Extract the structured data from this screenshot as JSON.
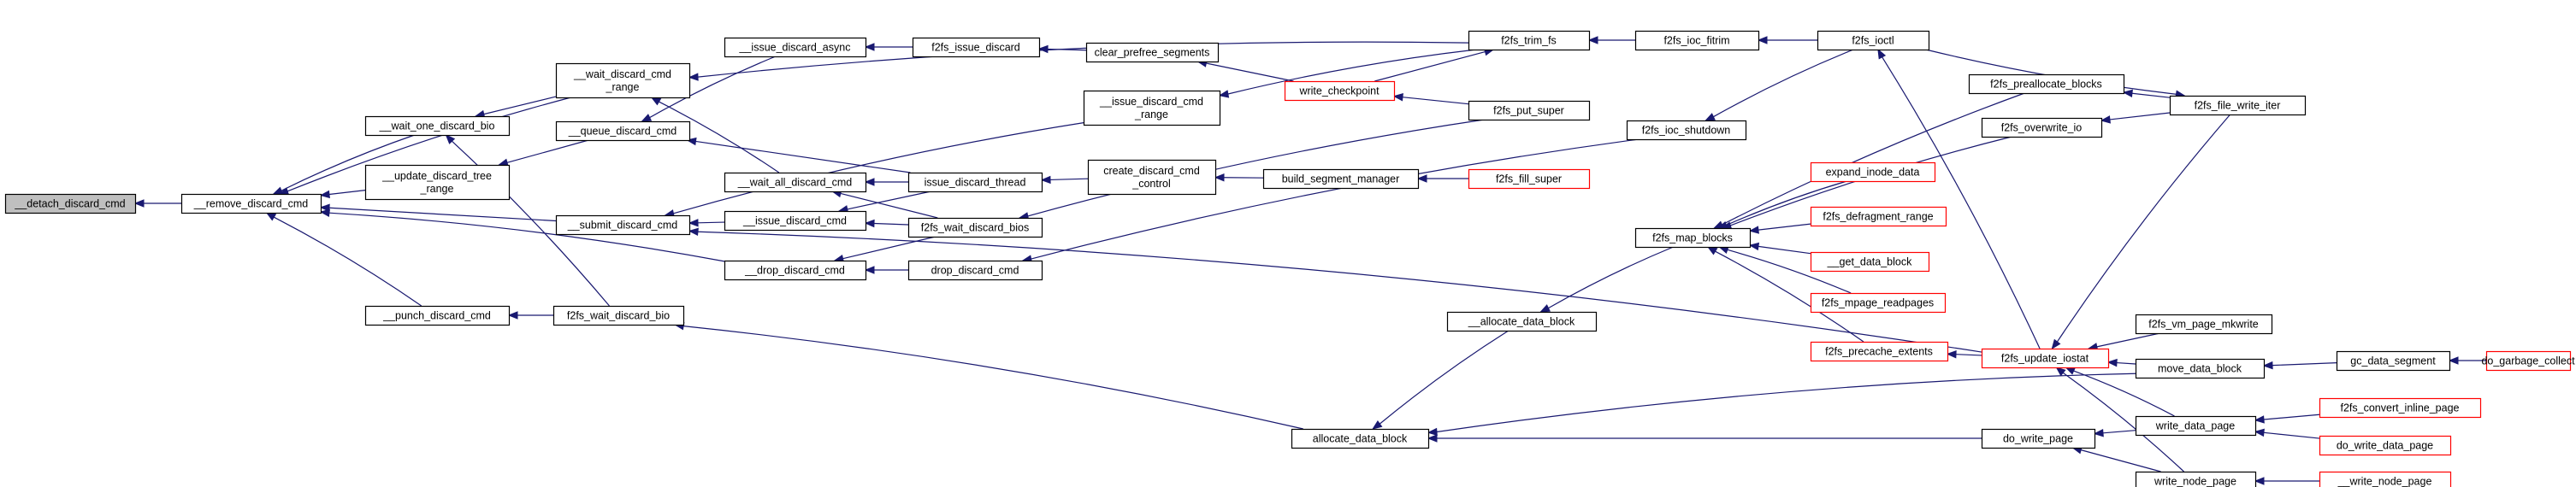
{
  "colors": {
    "edge": "#191970",
    "border_default": "#000000",
    "border_truncated": "#ff0000",
    "fill_default": "#ffffff",
    "fill_root": "#bfbfbf"
  },
  "graph": {
    "root": "__detach_discard_cmd",
    "nodes": [
      {
        "id": "detach_discard_cmd",
        "lines": [
          "__detach_discard_cmd"
        ],
        "style": "root"
      },
      {
        "id": "remove_discard_cmd",
        "lines": [
          "__remove_discard_cmd"
        ],
        "style": "normal"
      },
      {
        "id": "wait_one_discard_bio",
        "lines": [
          "__wait_one_discard_bio"
        ],
        "style": "normal"
      },
      {
        "id": "wait_discard_cmd_range",
        "lines": [
          "__wait_discard_cmd",
          "_range"
        ],
        "style": "normal"
      },
      {
        "id": "update_discard_tree_range",
        "lines": [
          "__update_discard_tree",
          "_range"
        ],
        "style": "normal"
      },
      {
        "id": "submit_discard_cmd",
        "lines": [
          "__submit_discard_cmd"
        ],
        "style": "normal"
      },
      {
        "id": "punch_discard_cmd",
        "lines": [
          "__punch_discard_cmd"
        ],
        "style": "normal"
      },
      {
        "id": "issue_discard_async",
        "lines": [
          "__issue_discard_async"
        ],
        "style": "normal"
      },
      {
        "id": "queue_discard_cmd",
        "lines": [
          "__queue_discard_cmd"
        ],
        "style": "normal"
      },
      {
        "id": "wait_all_discard_cmd",
        "lines": [
          "__wait_all_discard_cmd"
        ],
        "style": "normal"
      },
      {
        "id": "issue_discard_cmd",
        "lines": [
          "__issue_discard_cmd"
        ],
        "style": "normal"
      },
      {
        "id": "drop_discard_cmd_int",
        "lines": [
          "__drop_discard_cmd"
        ],
        "style": "normal"
      },
      {
        "id": "f2fs_wait_discard_bio",
        "lines": [
          "f2fs_wait_discard_bio"
        ],
        "style": "normal"
      },
      {
        "id": "f2fs_issue_discard",
        "lines": [
          "f2fs_issue_discard"
        ],
        "style": "normal"
      },
      {
        "id": "issue_discard_cmd_range",
        "lines": [
          "__issue_discard_cmd",
          "_range"
        ],
        "style": "normal"
      },
      {
        "id": "issue_discard_thread",
        "lines": [
          "issue_discard_thread"
        ],
        "style": "normal"
      },
      {
        "id": "f2fs_wait_discard_bios",
        "lines": [
          "f2fs_wait_discard_bios"
        ],
        "style": "normal"
      },
      {
        "id": "drop_discard_cmd",
        "lines": [
          "drop_discard_cmd"
        ],
        "style": "normal"
      },
      {
        "id": "allocate_data_block_int",
        "lines": [
          "__allocate_data_block"
        ],
        "style": "normal"
      },
      {
        "id": "allocate_data_block",
        "lines": [
          "allocate_data_block"
        ],
        "style": "normal"
      },
      {
        "id": "clear_prefree_segments",
        "lines": [
          "clear_prefree_segments"
        ],
        "style": "normal"
      },
      {
        "id": "write_checkpoint",
        "lines": [
          "write_checkpoint"
        ],
        "style": "truncated"
      },
      {
        "id": "create_discard_cmd_control",
        "lines": [
          "create_discard_cmd",
          "_control"
        ],
        "style": "normal"
      },
      {
        "id": "build_segment_manager",
        "lines": [
          "build_segment_manager"
        ],
        "style": "normal"
      },
      {
        "id": "f2fs_trim_fs",
        "lines": [
          "f2fs_trim_fs"
        ],
        "style": "normal"
      },
      {
        "id": "f2fs_put_super",
        "lines": [
          "f2fs_put_super"
        ],
        "style": "normal"
      },
      {
        "id": "f2fs_fill_super",
        "lines": [
          "f2fs_fill_super"
        ],
        "style": "truncated"
      },
      {
        "id": "f2fs_ioc_fitrim",
        "lines": [
          "f2fs_ioc_fitrim"
        ],
        "style": "normal"
      },
      {
        "id": "f2fs_ioc_shutdown",
        "lines": [
          "f2fs_ioc_shutdown"
        ],
        "style": "normal"
      },
      {
        "id": "f2fs_map_blocks",
        "lines": [
          "f2fs_map_blocks"
        ],
        "style": "normal"
      },
      {
        "id": "expand_inode_data",
        "lines": [
          "expand_inode_data"
        ],
        "style": "truncated"
      },
      {
        "id": "f2fs_defragment_range",
        "lines": [
          "f2fs_defragment_range"
        ],
        "style": "truncated"
      },
      {
        "id": "get_data_block",
        "lines": [
          "__get_data_block"
        ],
        "style": "truncated"
      },
      {
        "id": "f2fs_mpage_readpages",
        "lines": [
          "f2fs_mpage_readpages"
        ],
        "style": "truncated"
      },
      {
        "id": "f2fs_precache_extents",
        "lines": [
          "f2fs_precache_extents"
        ],
        "style": "truncated"
      },
      {
        "id": "do_write_page",
        "lines": [
          "do_write_page"
        ],
        "style": "normal"
      },
      {
        "id": "f2fs_ioctl",
        "lines": [
          "f2fs_ioctl"
        ],
        "style": "normal"
      },
      {
        "id": "f2fs_preallocate_blocks",
        "lines": [
          "f2fs_preallocate_blocks"
        ],
        "style": "normal"
      },
      {
        "id": "f2fs_overwrite_io",
        "lines": [
          "f2fs_overwrite_io"
        ],
        "style": "normal"
      },
      {
        "id": "f2fs_update_iostat",
        "lines": [
          "f2fs_update_iostat"
        ],
        "style": "truncated"
      },
      {
        "id": "f2fs_vm_page_mkwrite",
        "lines": [
          "f2fs_vm_page_mkwrite"
        ],
        "style": "normal"
      },
      {
        "id": "move_data_block",
        "lines": [
          "move_data_block"
        ],
        "style": "normal"
      },
      {
        "id": "write_data_page",
        "lines": [
          "write_data_page"
        ],
        "style": "normal"
      },
      {
        "id": "write_node_page",
        "lines": [
          "write_node_page"
        ],
        "style": "normal"
      },
      {
        "id": "f2fs_file_write_iter",
        "lines": [
          "f2fs_file_write_iter"
        ],
        "style": "normal"
      },
      {
        "id": "gc_data_segment",
        "lines": [
          "gc_data_segment"
        ],
        "style": "normal"
      },
      {
        "id": "f2fs_convert_inline_page",
        "lines": [
          "f2fs_convert_inline_page"
        ],
        "style": "truncated"
      },
      {
        "id": "do_write_data_page",
        "lines": [
          "do_write_data_page"
        ],
        "style": "truncated"
      },
      {
        "id": "write_node_page_int",
        "lines": [
          "__write_node_page"
        ],
        "style": "truncated"
      },
      {
        "id": "do_garbage_collect",
        "lines": [
          "do_garbage_collect"
        ],
        "style": "truncated"
      }
    ],
    "edges": [
      {
        "from": "remove_discard_cmd",
        "to": "detach_discard_cmd"
      },
      {
        "from": "wait_one_discard_bio",
        "to": "remove_discard_cmd"
      },
      {
        "from": "wait_discard_cmd_range",
        "to": "remove_discard_cmd"
      },
      {
        "from": "update_discard_tree_range",
        "to": "remove_discard_cmd"
      },
      {
        "from": "submit_discard_cmd",
        "to": "remove_discard_cmd"
      },
      {
        "from": "punch_discard_cmd",
        "to": "remove_discard_cmd"
      },
      {
        "from": "drop_discard_cmd_int",
        "to": "remove_discard_cmd"
      },
      {
        "from": "wait_discard_cmd_range",
        "to": "wait_one_discard_bio"
      },
      {
        "from": "f2fs_wait_discard_bio",
        "to": "wait_one_discard_bio"
      },
      {
        "from": "queue_discard_cmd",
        "to": "update_discard_tree_range"
      },
      {
        "from": "issue_discard_async",
        "to": "queue_discard_cmd"
      },
      {
        "from": "issue_discard_cmd_range",
        "to": "submit_discard_cmd"
      },
      {
        "from": "issue_discard_cmd",
        "to": "submit_discard_cmd"
      },
      {
        "from": "f2fs_wait_discard_bio",
        "to": "punch_discard_cmd"
      },
      {
        "from": "f2fs_trim_fs",
        "to": "wait_discard_cmd_range"
      },
      {
        "from": "wait_all_discard_cmd",
        "to": "wait_discard_cmd_range"
      },
      {
        "from": "f2fs_issue_discard",
        "to": "issue_discard_async"
      },
      {
        "from": "issue_discard_thread",
        "to": "queue_discard_cmd"
      },
      {
        "from": "issue_discard_thread",
        "to": "wait_all_discard_cmd"
      },
      {
        "from": "f2fs_wait_discard_bios",
        "to": "wait_all_discard_cmd"
      },
      {
        "from": "issue_discard_thread",
        "to": "issue_discard_cmd"
      },
      {
        "from": "f2fs_wait_discard_bios",
        "to": "issue_discard_cmd"
      },
      {
        "from": "f2fs_wait_discard_bios",
        "to": "drop_discard_cmd_int"
      },
      {
        "from": "drop_discard_cmd",
        "to": "drop_discard_cmd_int"
      },
      {
        "from": "allocate_data_block",
        "to": "f2fs_wait_discard_bio"
      },
      {
        "from": "clear_prefree_segments",
        "to": "f2fs_issue_discard"
      },
      {
        "from": "f2fs_trim_fs",
        "to": "issue_discard_cmd_range"
      },
      {
        "from": "create_discard_cmd_control",
        "to": "issue_discard_thread"
      },
      {
        "from": "f2fs_put_super",
        "to": "f2fs_wait_discard_bios"
      },
      {
        "from": "f2fs_ioc_shutdown",
        "to": "drop_discard_cmd"
      },
      {
        "from": "allocate_data_block_int",
        "to": "allocate_data_block"
      },
      {
        "from": "write_checkpoint",
        "to": "clear_prefree_segments"
      },
      {
        "from": "write_checkpoint",
        "to": "f2fs_trim_fs"
      },
      {
        "from": "f2fs_put_super",
        "to": "write_checkpoint"
      },
      {
        "from": "build_segment_manager",
        "to": "create_discard_cmd_control"
      },
      {
        "from": "f2fs_fill_super",
        "to": "build_segment_manager"
      },
      {
        "from": "f2fs_ioc_fitrim",
        "to": "f2fs_trim_fs"
      },
      {
        "from": "f2fs_ioctl",
        "to": "f2fs_ioc_fitrim"
      },
      {
        "from": "f2fs_ioctl",
        "to": "f2fs_ioc_shutdown"
      },
      {
        "from": "f2fs_map_blocks",
        "to": "allocate_data_block_int"
      },
      {
        "from": "f2fs_preallocate_blocks",
        "to": "f2fs_map_blocks"
      },
      {
        "from": "f2fs_overwrite_io",
        "to": "f2fs_map_blocks"
      },
      {
        "from": "expand_inode_data",
        "to": "f2fs_map_blocks"
      },
      {
        "from": "f2fs_defragment_range",
        "to": "f2fs_map_blocks"
      },
      {
        "from": "get_data_block",
        "to": "f2fs_map_blocks"
      },
      {
        "from": "f2fs_mpage_readpages",
        "to": "f2fs_map_blocks"
      },
      {
        "from": "f2fs_precache_extents",
        "to": "f2fs_map_blocks"
      },
      {
        "from": "f2fs_update_iostat",
        "to": "f2fs_precache_extents"
      },
      {
        "from": "f2fs_update_iostat",
        "to": "f2fs_ioctl"
      },
      {
        "from": "f2fs_update_iostat",
        "to": "submit_discard_cmd"
      },
      {
        "from": "do_write_page",
        "to": "allocate_data_block"
      },
      {
        "from": "move_data_block",
        "to": "allocate_data_block"
      },
      {
        "from": "f2fs_file_write_iter",
        "to": "f2fs_preallocate_blocks"
      },
      {
        "from": "f2fs_file_write_iter",
        "to": "f2fs_overwrite_io"
      },
      {
        "from": "f2fs_ioctl",
        "to": "f2fs_file_write_iter"
      },
      {
        "from": "f2fs_vm_page_mkwrite",
        "to": "f2fs_update_iostat"
      },
      {
        "from": "move_data_block",
        "to": "f2fs_update_iostat"
      },
      {
        "from": "write_data_page",
        "to": "f2fs_update_iostat"
      },
      {
        "from": "write_node_page",
        "to": "f2fs_update_iostat"
      },
      {
        "from": "f2fs_file_write_iter",
        "to": "f2fs_update_iostat"
      },
      {
        "from": "write_data_page",
        "to": "do_write_page"
      },
      {
        "from": "write_node_page",
        "to": "do_write_page"
      },
      {
        "from": "gc_data_segment",
        "to": "move_data_block"
      },
      {
        "from": "f2fs_convert_inline_page",
        "to": "write_data_page"
      },
      {
        "from": "do_write_data_page",
        "to": "write_data_page"
      },
      {
        "from": "write_node_page_int",
        "to": "write_node_page"
      },
      {
        "from": "do_garbage_collect",
        "to": "gc_data_segment"
      }
    ]
  }
}
